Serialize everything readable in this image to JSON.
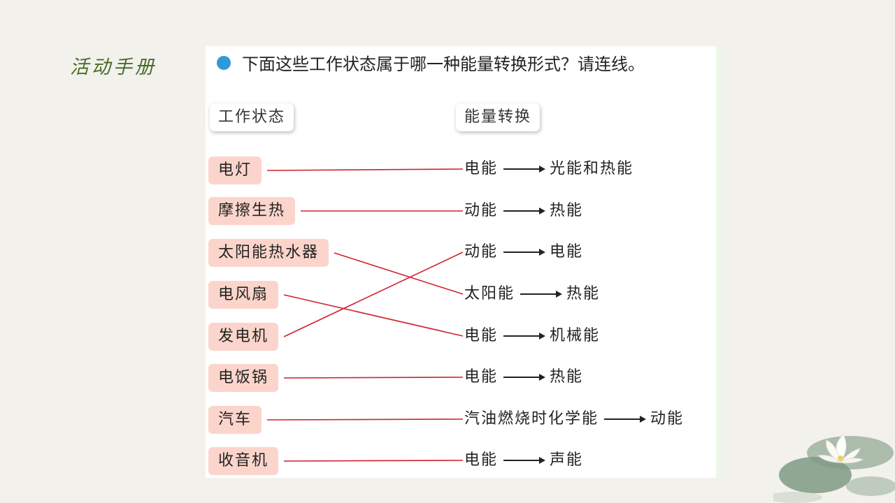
{
  "corner_title": "活动手册",
  "question": "下面这些工作状态属于哪一种能量转换形式？请连线。",
  "headers": {
    "left": "工作状态",
    "right": "能量转换"
  },
  "rows": [
    {
      "state": "电灯",
      "from": "电能",
      "to": "光能和热能"
    },
    {
      "state": "摩擦生热",
      "from": "动能",
      "to": "热能"
    },
    {
      "state": "太阳能热水器",
      "from": "动能",
      "to": "电能"
    },
    {
      "state": "电风扇",
      "from": "太阳能",
      "to": "热能"
    },
    {
      "state": "发电机",
      "from": "电能",
      "to": "机械能"
    },
    {
      "state": "电饭锅",
      "from": "电能",
      "to": "热能"
    },
    {
      "state": "汽车",
      "from": "汽油燃烧时化学能",
      "to": "动能"
    },
    {
      "state": "收音机",
      "from": "电能",
      "to": "声能"
    }
  ],
  "connections": [
    [
      0,
      0
    ],
    [
      1,
      1
    ],
    [
      2,
      3
    ],
    [
      3,
      4
    ],
    [
      4,
      2
    ],
    [
      5,
      5
    ],
    [
      6,
      6
    ],
    [
      7,
      7
    ]
  ],
  "colors": {
    "line": "#d0222e",
    "state_bg": "#fbd5cb",
    "bullet": "#2f9ad8",
    "corner_title": "#4a6b2a"
  },
  "icons": {
    "bullet": "blue-dot-icon",
    "decoration": "lotus-icon"
  }
}
